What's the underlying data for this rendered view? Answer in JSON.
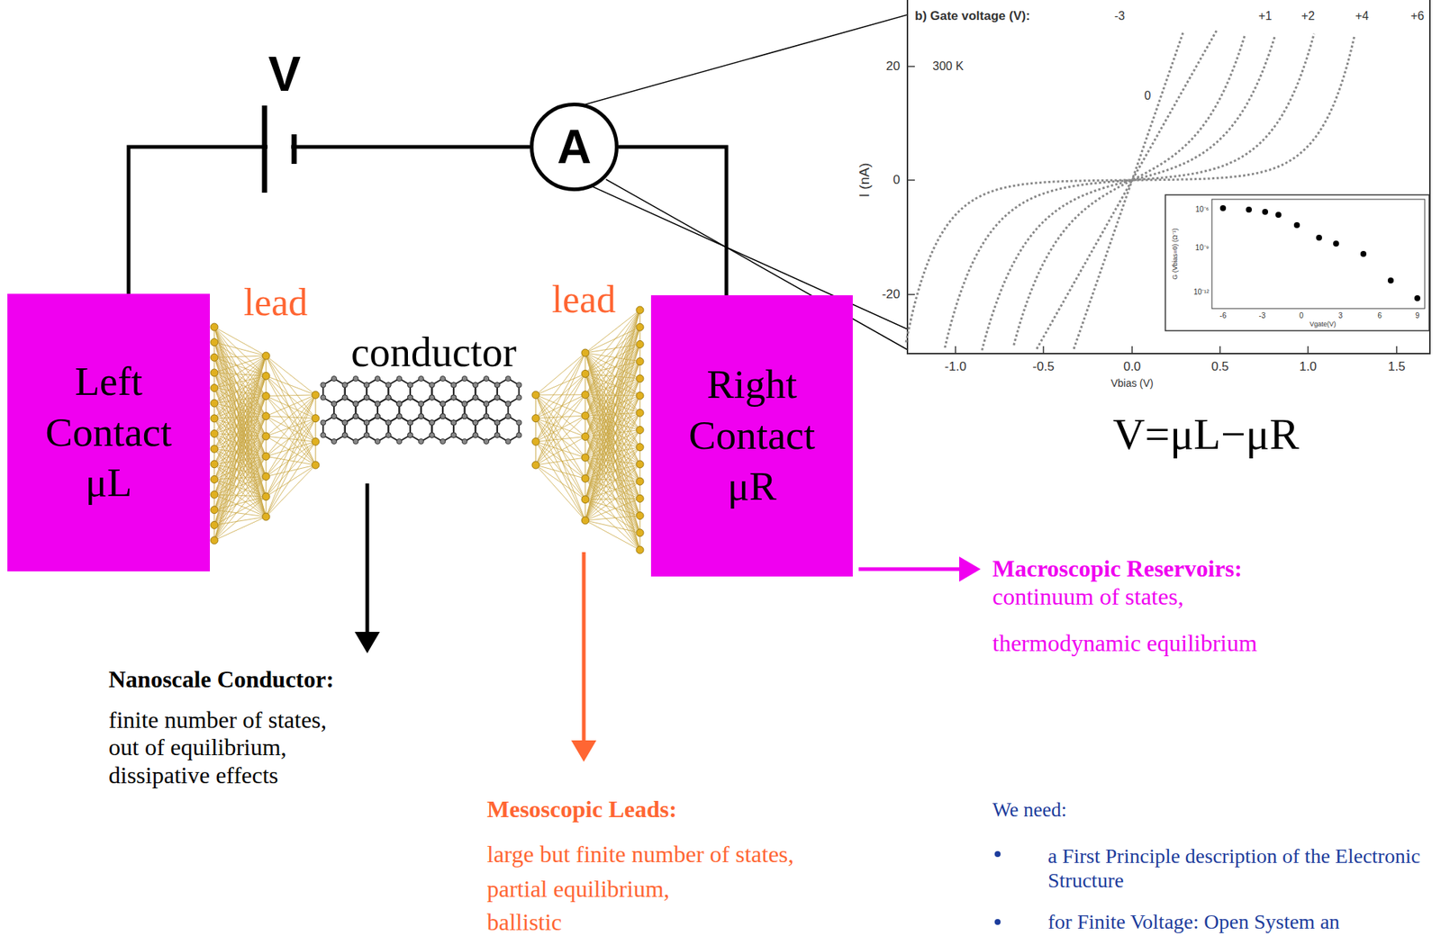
{
  "diagram": {
    "nodes": [
      {
        "text": [
          "Left Contact",
          "μL"
        ]
      },
      {
        "text": [
          "A"
        ]
      },
      {
        "text": [
          "Right Contact",
          "μR"
        ]
      }
    ],
    "edges": [
      {
        "from": 0,
        "to": 1,
        "arrow": "none"
      },
      {
        "from": 1,
        "to": 2,
        "arrow": "none"
      }
    ],
    "labels": [
      "V",
      "lead",
      "conductor",
      "lead",
      "b) Gate voltage (V):",
      "-3",
      "+1",
      "+2",
      "+4",
      "+6",
      "300 K",
      "0",
      "20",
      "0",
      "-20",
      "I (nA)",
      "-1.0",
      "-0.5",
      "0.0",
      "0.5",
      "1.0",
      "1.5",
      "Vbias (V)",
      "10⁻⁶",
      "10⁻⁹",
      "10⁻¹²",
      "-6",
      "-3",
      "0",
      "3",
      "6",
      "9",
      "G (Vbias=0) (Ω⁻¹)",
      "Vgate(V)",
      "V=μL−μR",
      "Nanoscale Conductor:",
      "finite number of states,",
      "out of equilibrium,",
      "dissipative effects",
      "Mesoscopic Leads:",
      "large but finite number of states,",
      "partial equilibrium,",
      "ballistic",
      "Macroscopic Reservoirs:",
      "continuum of states,",
      "thermodynamic equilibrium",
      "We need:",
      "a First Principle description of the Electronic Structure",
      "for Finite Voltage: Open System an"
    ]
  }
}
